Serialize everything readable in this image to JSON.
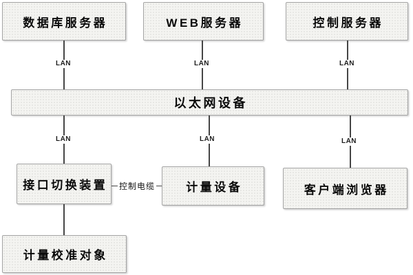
{
  "diagram": {
    "title": "network-measurement-system-topology",
    "nodes": {
      "database_server": {
        "label": "数据库服务器"
      },
      "web_server": {
        "label": "WEB服务器"
      },
      "control_server": {
        "label": "控制服务器"
      },
      "ethernet_device": {
        "label": "以太网设备"
      },
      "interface_switch": {
        "label": "接口切换装置"
      },
      "measuring_device": {
        "label": "计量设备"
      },
      "client_browser": {
        "label": "客户端浏览器"
      },
      "calibration_object": {
        "label": "计量校准对象"
      }
    },
    "edge_labels": {
      "lan": "LAN",
      "control_cable": "控制电缆"
    },
    "colors": {
      "box_fill": "#f4f4f1",
      "box_border": "#a3a3a3",
      "line": "#454545",
      "text": "#0a0a0a",
      "background": "#ffffff"
    }
  }
}
